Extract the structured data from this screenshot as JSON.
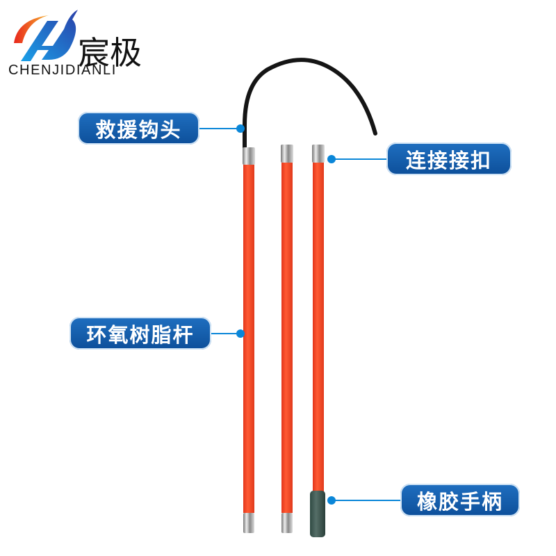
{
  "logo": {
    "cn": "宸极",
    "en": "CHENJIDIANLI"
  },
  "labels": {
    "hook": "救援钩头",
    "connector": "连接接扣",
    "rod": "环氧树脂杆",
    "handle": "橡胶手柄"
  },
  "colors": {
    "pole": "#f2401f",
    "label_bg": "#1762b3",
    "accent": "#0a86d8"
  }
}
